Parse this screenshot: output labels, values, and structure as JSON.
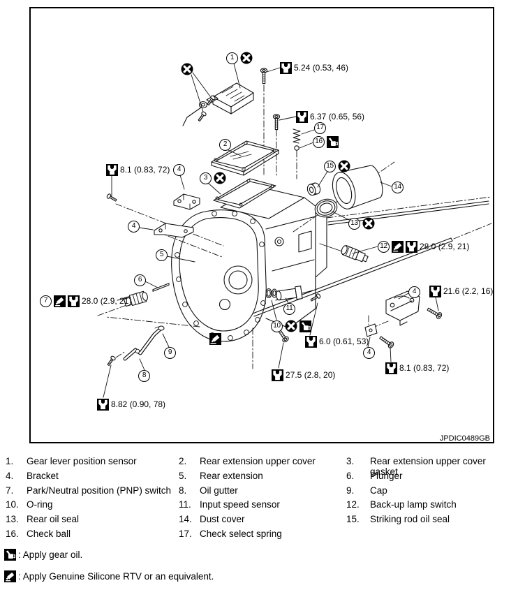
{
  "figure_code": "JPDIC0489GB",
  "colors": {
    "line": "#000000",
    "background": "#ffffff"
  },
  "diagram": {
    "callouts": {
      "c1": "1",
      "c2": "2",
      "c3": "3",
      "c4a": "4",
      "c4b": "4",
      "c4c": "4",
      "c4d": "4",
      "c5": "5",
      "c6": "6",
      "c7": "7",
      "c8": "8",
      "c9": "9",
      "c10": "10",
      "c11": "11",
      "c12": "12",
      "c13": "13",
      "c14": "14",
      "c15": "15",
      "c16": "16",
      "c17": "17"
    },
    "torque_specs": {
      "sensor_bolt": "5.24 (0.53, 46)",
      "upper_cover_bolt": "6.37 (0.65, 56)",
      "bracket_bolt_left": "8.1 (0.83, 72)",
      "pnp_switch": "28.0 (2.9, 21)",
      "backup_lamp_switch": "28.0 (2.9, 21)",
      "rod_bracket_bolt": "21.6 (2.2, 16)",
      "speed_sensor_bolt": "6.0 (0.61, 53)",
      "lower_bolt": "27.5 (2.8, 20)",
      "bracket_bolt_right": "8.1 (0.83, 72)",
      "oil_gutter_screw": "8.82 (0.90, 78)"
    }
  },
  "legend": {
    "items": [
      {
        "num": "1.",
        "label": "Gear lever position sensor"
      },
      {
        "num": "2.",
        "label": "Rear extension upper cover"
      },
      {
        "num": "3.",
        "label": "Rear extension upper cover gasket"
      },
      {
        "num": "4.",
        "label": "Bracket"
      },
      {
        "num": "5.",
        "label": "Rear extension"
      },
      {
        "num": "6.",
        "label": "Plunger"
      },
      {
        "num": "7.",
        "label": "Park/Neutral position (PNP) switch"
      },
      {
        "num": "8.",
        "label": "Oil gutter"
      },
      {
        "num": "9.",
        "label": "Cap"
      },
      {
        "num": "10.",
        "label": "O-ring"
      },
      {
        "num": "11.",
        "label": "Input speed sensor"
      },
      {
        "num": "12.",
        "label": "Back-up lamp switch"
      },
      {
        "num": "13.",
        "label": "Rear oil seal"
      },
      {
        "num": "14.",
        "label": "Dust cover"
      },
      {
        "num": "15.",
        "label": "Striking rod oil seal"
      },
      {
        "num": "16.",
        "label": "Check ball"
      },
      {
        "num": "17.",
        "label": "Check select spring"
      }
    ]
  },
  "notes": {
    "gear_oil": ": Apply gear oil.",
    "silicone": ": Apply Genuine Silicone RTV or an equivalent."
  }
}
